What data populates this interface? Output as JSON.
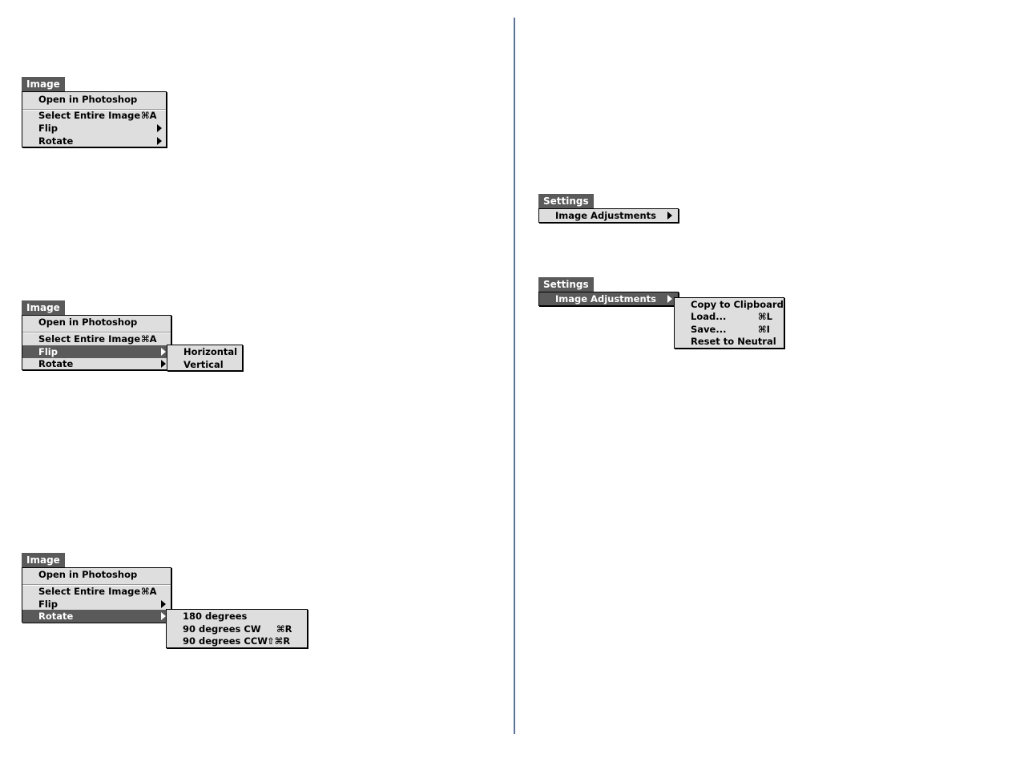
{
  "menu1": {
    "title": "Image",
    "items": [
      "Open in Photoshop",
      "Select Entire Image",
      "Flip",
      "Rotate"
    ],
    "select_shortcut": "⌘A"
  },
  "menu2": {
    "title": "Image",
    "items": [
      "Open in Photoshop",
      "Select Entire Image",
      "Flip",
      "Rotate"
    ],
    "select_shortcut": "⌘A",
    "highlighted": "Flip",
    "submenu": [
      "Horizontal",
      "Vertical"
    ]
  },
  "menu3": {
    "title": "Image",
    "items": [
      "Open in Photoshop",
      "Select Entire Image",
      "Flip",
      "Rotate"
    ],
    "select_shortcut": "⌘A",
    "highlighted": "Rotate",
    "submenu": [
      {
        "label": "180 degrees",
        "shortcut": ""
      },
      {
        "label": "90 degrees CW",
        "shortcut": "⌘R"
      },
      {
        "label": "90 degrees CCW",
        "shortcut": "⇧⌘R"
      }
    ]
  },
  "settings1": {
    "title": "Settings",
    "item": "Image Adjustments"
  },
  "settings2": {
    "title": "Settings",
    "item": "Image Adjustments",
    "submenu": [
      {
        "label": "Copy to Clipboard",
        "shortcut": ""
      },
      {
        "label": "Load...",
        "shortcut": "⌘L"
      },
      {
        "label": "Save...",
        "shortcut": "⌘I"
      },
      {
        "label": "Reset to Neutral",
        "shortcut": ""
      }
    ]
  },
  "colors": {
    "menu_bg": "#dedede",
    "highlight": "#5a5a5a",
    "divider": "#5c7394"
  }
}
